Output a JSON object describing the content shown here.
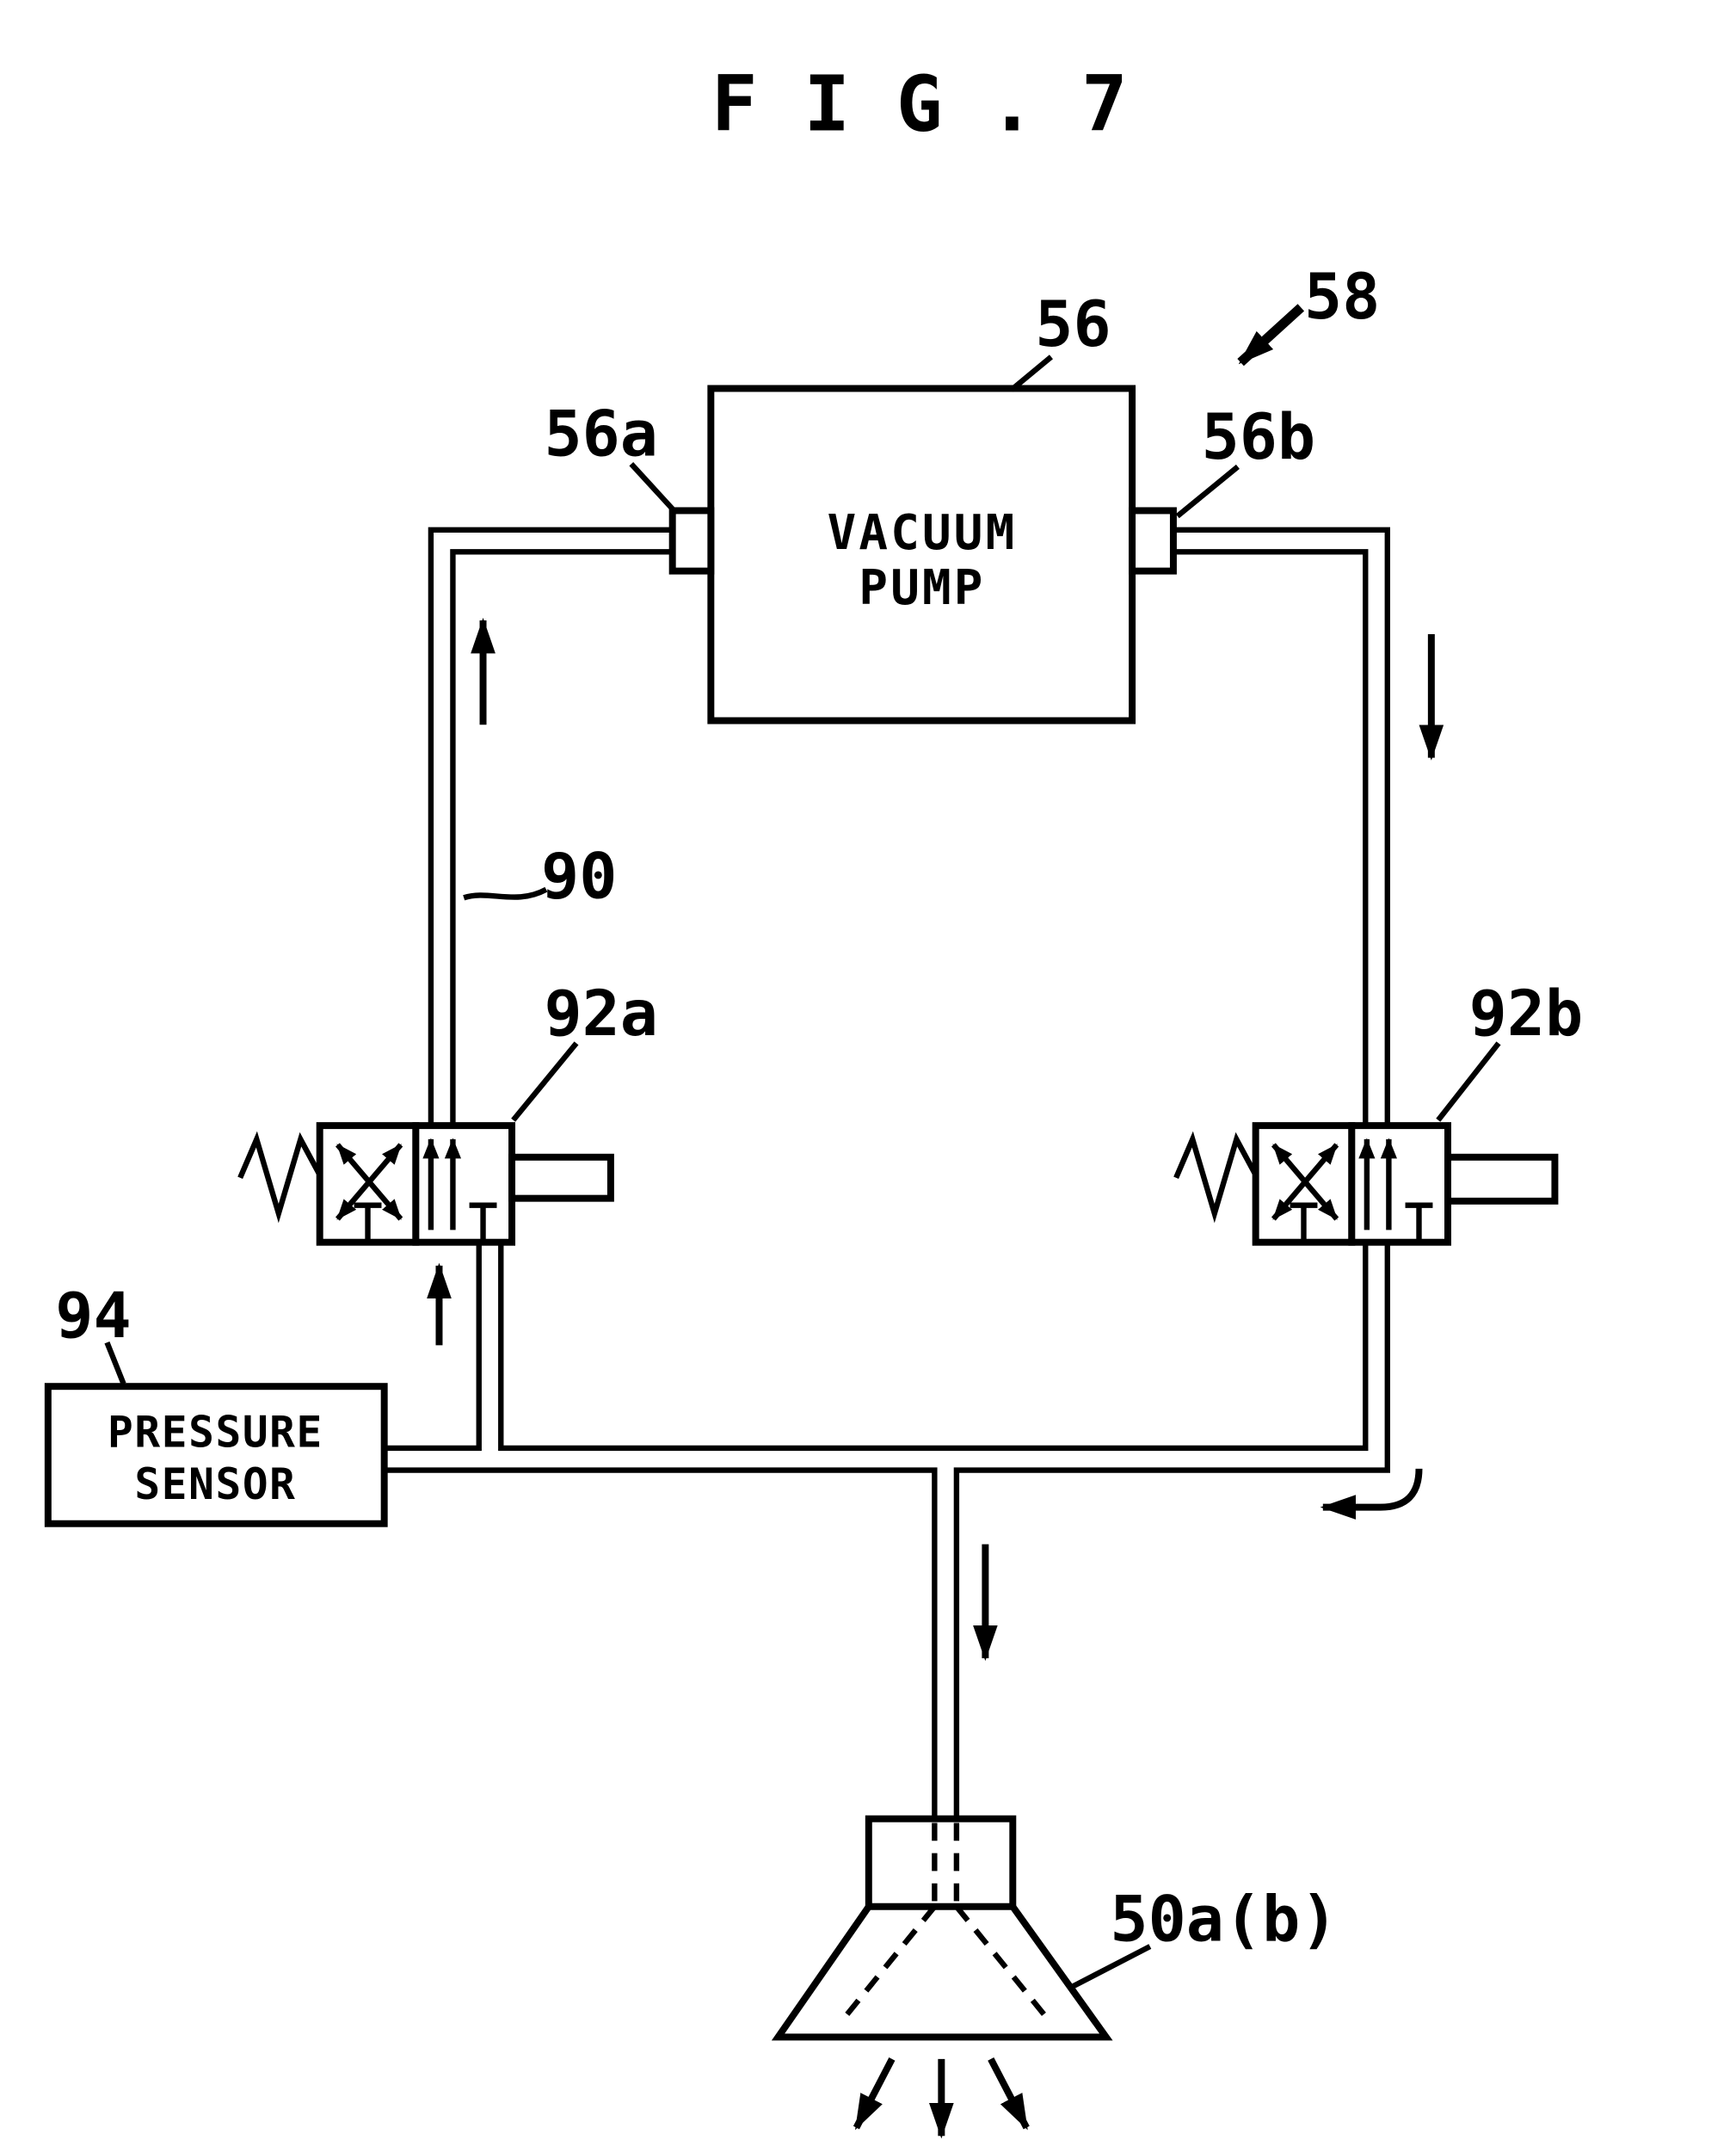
{
  "figure": {
    "title": "F I G . 7"
  },
  "colors": {
    "ink": "#000000",
    "background": "#ffffff"
  },
  "components": {
    "system": {
      "ref": "58"
    },
    "vacuum_pump": {
      "ref": "56",
      "line1": "VACUUM",
      "line2": "PUMP"
    },
    "port_left": {
      "ref": "56a"
    },
    "port_right": {
      "ref": "56b"
    },
    "pipe_left": {
      "ref": "90"
    },
    "valve_left": {
      "ref": "92a"
    },
    "valve_right": {
      "ref": "92b"
    },
    "pressure_sensor": {
      "ref": "94",
      "line1": "PRESSURE",
      "line2": "SENSOR"
    },
    "suction_cup": {
      "ref": "50a(b)"
    }
  }
}
